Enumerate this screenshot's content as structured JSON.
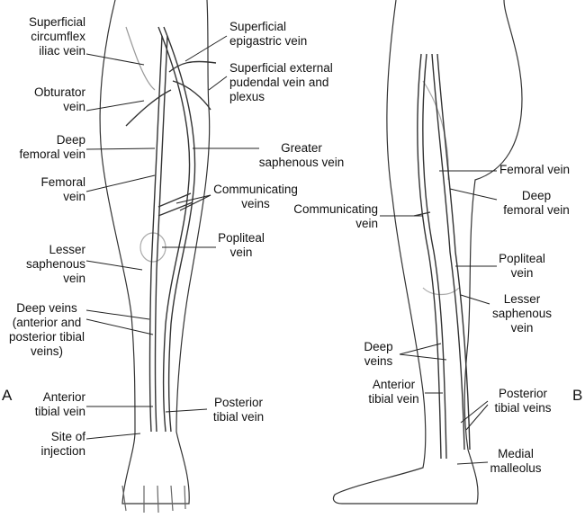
{
  "panel_a": {
    "letter": "A",
    "labels": {
      "superficial_circumflex_iliac": "Superficial\ncircumflex\niliac vein",
      "obturator": "Obturator\nvein",
      "deep_femoral": "Deep\nfemoral vein",
      "femoral": "Femoral\nvein",
      "lesser_saphenous": "Lesser\nsaphenous\nvein",
      "deep_veins": "Deep veins\n(anterior and\nposterior tibial\nveins)",
      "anterior_tibial": "Anterior\ntibial vein",
      "site_of_injection": "Site of\ninjection",
      "superficial_epigastric": "Superficial\nepigastric vein",
      "superficial_external_pudendal": "Superficial external\npudendal vein and\nplexus",
      "greater_saphenous": "Greater\nsaphenous vein",
      "communicating_veins": "Communicating\nveins",
      "popliteal": "Popliteal\nvein",
      "posterior_tibial": "Posterior\ntibial vein"
    }
  },
  "panel_b": {
    "letter": "B",
    "labels": {
      "femoral": "Femoral vein",
      "deep_femoral": "Deep\nfemoral vein",
      "communicating": "Communicating\nvein",
      "popliteal": "Popliteal\nvein",
      "lesser_saphenous": "Lesser\nsaphenous\nvein",
      "deep_veins": "Deep\nveins",
      "anterior_tibial": "Anterior\ntibial vein",
      "posterior_tibial": "Posterior\ntibial veins",
      "medial_malleolus": "Medial\nmalleolus"
    }
  }
}
